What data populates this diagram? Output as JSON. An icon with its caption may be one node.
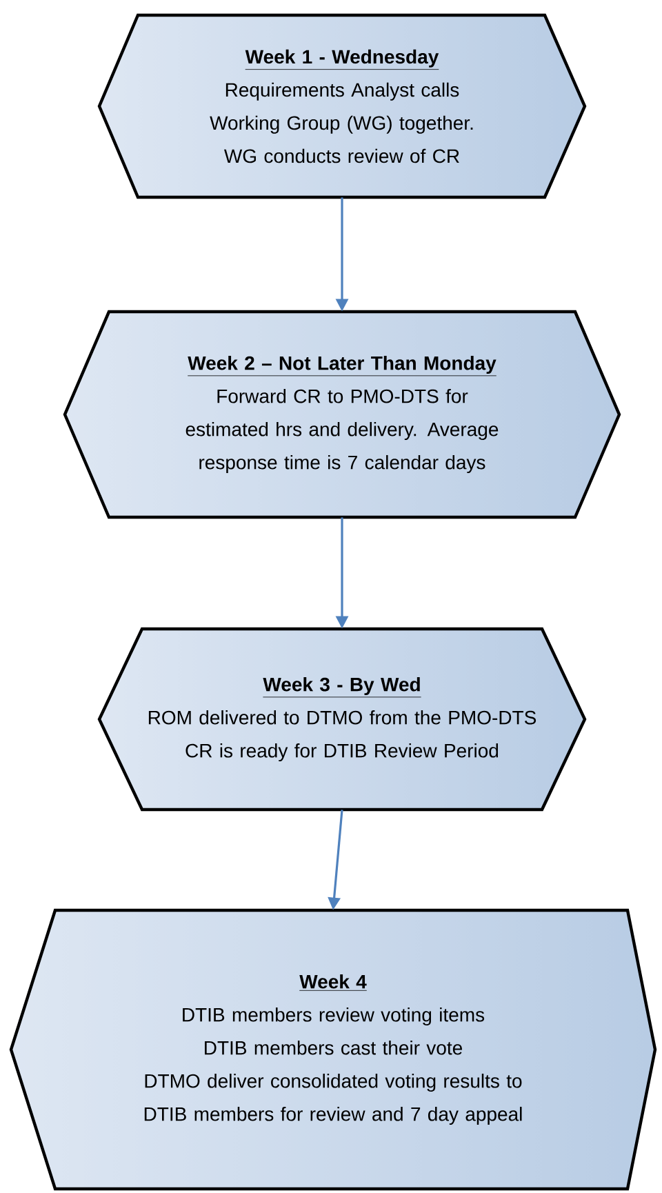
{
  "diagram": {
    "nodes": [
      {
        "text": [
          "Week 1 - Wednesday",
          "Requirements Analyst calls Working Group (WG) together. WG conducts review of CR"
        ]
      },
      {
        "text": [
          "Week 2 – Not Later Than Monday",
          "Forward CR to PMO-DTS for estimated hrs and delivery. Average response time is 7 calendar days"
        ]
      },
      {
        "text": [
          "Week 3 - By Wed",
          "ROM delivered to DTMO from the PMO-DTS",
          "CR is ready for DTIB Review Period"
        ]
      },
      {
        "text": [
          "Week 4",
          "DTIB members review voting items",
          "DTIB members cast their vote",
          "DTMO deliver consolidated voting results to DTIB members for review and 7 day appeal"
        ]
      }
    ],
    "edges": [
      {
        "from": 0,
        "to": 1,
        "arrow": "to"
      },
      {
        "from": 1,
        "to": 2,
        "arrow": "to"
      },
      {
        "from": 2,
        "to": 3,
        "arrow": "to"
      }
    ]
  }
}
